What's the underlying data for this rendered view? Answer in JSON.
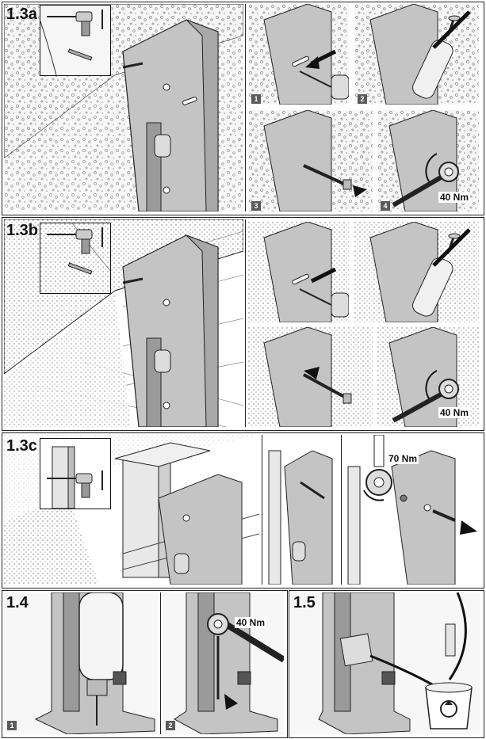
{
  "sections": {
    "s13a": {
      "label": "1.3a"
    },
    "s13b": {
      "label": "1.3b"
    },
    "s13c": {
      "label": "1.3c"
    },
    "s14": {
      "label": "1.4"
    },
    "s15": {
      "label": "1.5"
    }
  },
  "steps": {
    "a1": "1",
    "a2": "2",
    "a3": "3",
    "a4": "4",
    "d1": "1",
    "d2": "2"
  },
  "torque": {
    "a4": "40 Nm",
    "b4": "40 Nm",
    "c": "70 Nm",
    "d2": "40 Nm"
  },
  "colors": {
    "line": "#222222",
    "steel": "#bdbdbd",
    "steel_dark": "#8f8f8f",
    "wall": "#f4f4f4"
  },
  "icons": [
    "drill-icon",
    "anchor-bolt-icon",
    "blow-pump-icon",
    "wrench-icon",
    "recycle-bin-icon",
    "arrow-icon"
  ]
}
